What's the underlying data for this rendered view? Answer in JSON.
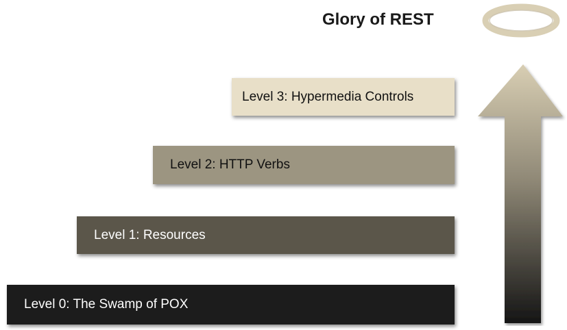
{
  "title": "Glory of REST",
  "levels": [
    {
      "label": "Level 0: The Swamp of POX",
      "bg": "#1c1c1c",
      "fg": "#ffffff"
    },
    {
      "label": "Level 1: Resources",
      "bg": "#5b564a",
      "fg": "#ffffff"
    },
    {
      "label": "Level 2: HTTP Verbs",
      "bg": "#9c9581",
      "fg": "#111111"
    },
    {
      "label": "Level 3: Hypermedia Controls",
      "bg": "#e8dfc8",
      "fg": "#111111"
    }
  ],
  "colors": {
    "halo": "#d9cfb4",
    "arrow_top": "#d8ceb3",
    "arrow_bottom": "#151515"
  }
}
